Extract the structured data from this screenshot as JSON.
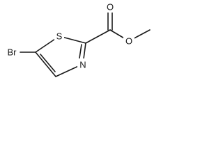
{
  "molecule": {
    "atoms": {
      "bromine": "Br",
      "sulfur": "S",
      "nitrogen": "N",
      "carbonyl_oxygen": "O",
      "ester_oxygen": "O"
    }
  },
  "colors": {
    "bond": "#1a1a1a",
    "background": "#ffffff"
  }
}
